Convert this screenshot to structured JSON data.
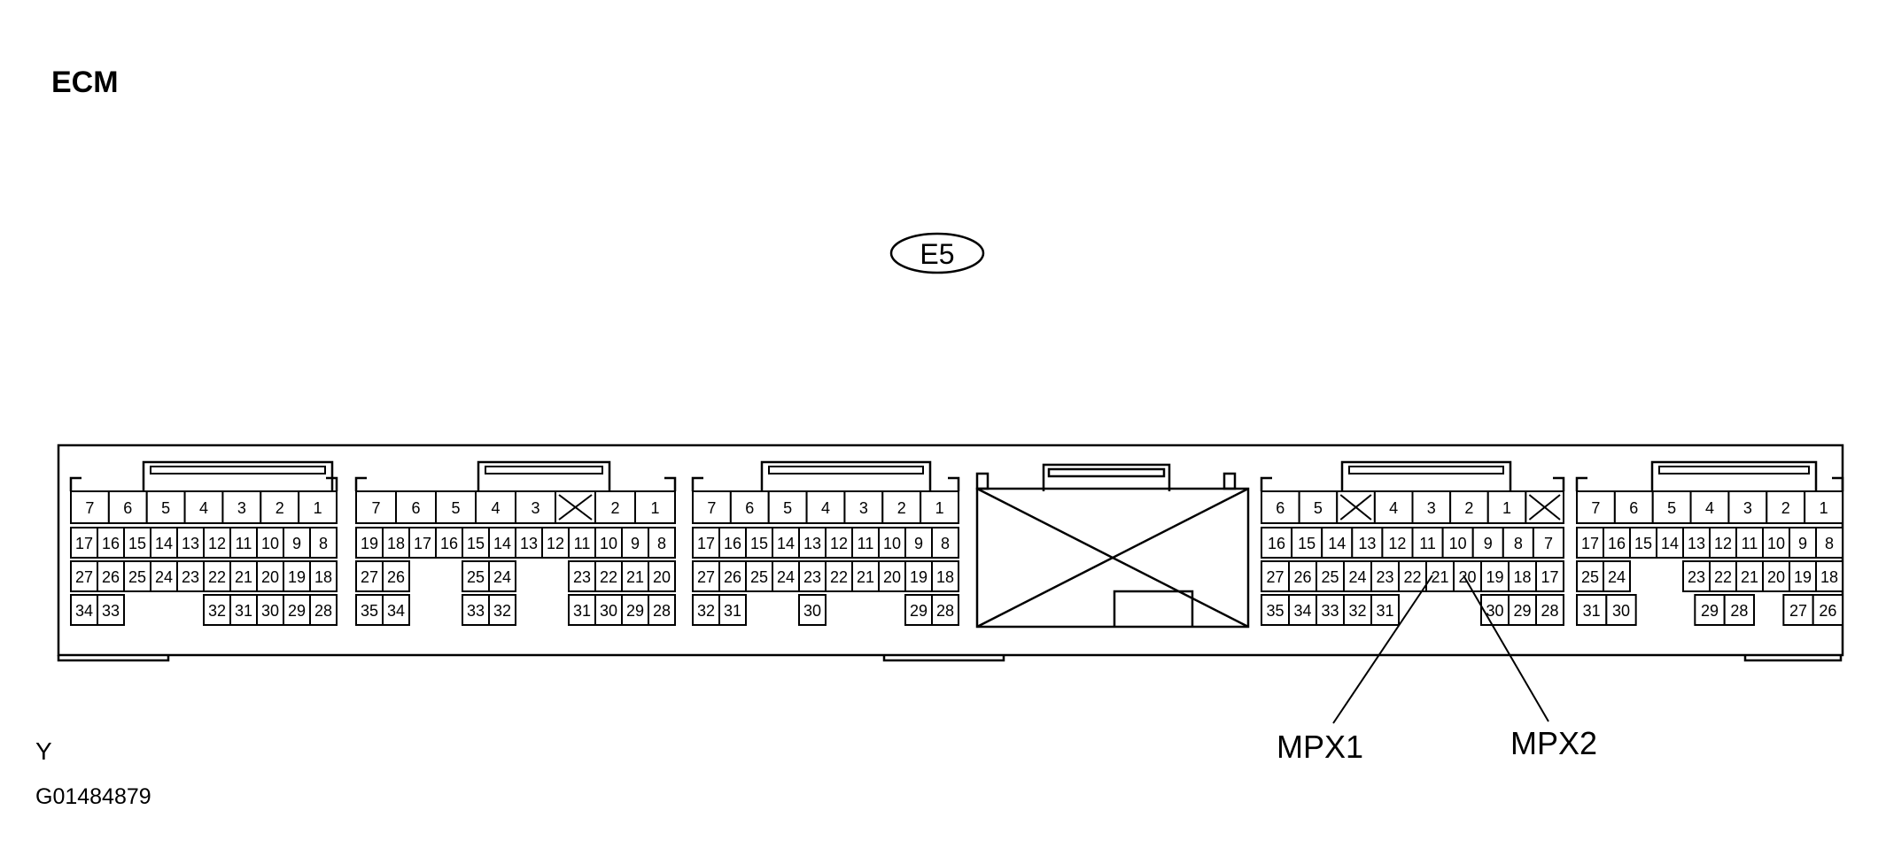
{
  "title": "ECM",
  "connector_code": "E5",
  "callouts": [
    {
      "label": "MPX1",
      "pin": "21"
    },
    {
      "label": "MPX2",
      "pin": "20"
    }
  ],
  "note": "Y",
  "figure_id": "G01484879",
  "connectors": [
    {
      "rows": [
        [
          "7",
          "6",
          "5",
          "4",
          "3",
          "2",
          "1"
        ],
        [
          "17",
          "16",
          "15",
          "14",
          "13",
          "12",
          "11",
          "10",
          "9",
          "8"
        ],
        [
          "27",
          "26",
          "25",
          "24",
          "23",
          "22",
          "21",
          "20",
          "19",
          "18"
        ],
        [
          "34",
          "33",
          null,
          null,
          null,
          "32",
          "31",
          "30",
          "29",
          "28"
        ]
      ]
    },
    {
      "rows": [
        [
          "7",
          "6",
          "5",
          "4",
          "3",
          "X",
          "2",
          "1"
        ],
        [
          "19",
          "18",
          "17",
          "16",
          "15",
          "14",
          "13",
          "12",
          "11",
          "10",
          "9",
          "8"
        ],
        [
          "27",
          "26",
          null,
          null,
          "25",
          "24",
          null,
          null,
          "23",
          "22",
          "21",
          "20"
        ],
        [
          "35",
          "34",
          null,
          null,
          "33",
          "32",
          null,
          null,
          "31",
          "30",
          "29",
          "28"
        ]
      ]
    },
    {
      "rows": [
        [
          "7",
          "6",
          "5",
          "4",
          "3",
          "2",
          "1"
        ],
        [
          "17",
          "16",
          "15",
          "14",
          "13",
          "12",
          "11",
          "10",
          "9",
          "8"
        ],
        [
          "27",
          "26",
          "25",
          "24",
          "23",
          "22",
          "21",
          "20",
          "19",
          "18"
        ],
        [
          "32",
          "31",
          null,
          null,
          "30",
          null,
          null,
          null,
          "29",
          "28"
        ]
      ]
    },
    {
      "rows": [
        [
          "6",
          "5",
          "X",
          "4",
          "3",
          "2",
          "1",
          "X"
        ],
        [
          "16",
          "15",
          "14",
          "13",
          "12",
          "11",
          "10",
          "9",
          "8",
          "7"
        ],
        [
          "27",
          "26",
          "25",
          "24",
          "23",
          "22",
          "21",
          "20",
          "19",
          "18",
          "17"
        ],
        [
          "35",
          "34",
          "33",
          "32",
          "31",
          null,
          null,
          null,
          "30",
          "29",
          "28"
        ]
      ]
    },
    {
      "rows": [
        [
          "7",
          "6",
          "5",
          "4",
          "3",
          "2",
          "1"
        ],
        [
          "17",
          "16",
          "15",
          "14",
          "13",
          "12",
          "11",
          "10",
          "9",
          "8"
        ],
        [
          "25",
          "24",
          null,
          null,
          "23",
          "22",
          "21",
          "20",
          "19",
          "18"
        ],
        [
          "31",
          "30",
          null,
          null,
          "29",
          "28",
          null,
          "27",
          "26"
        ]
      ]
    }
  ]
}
